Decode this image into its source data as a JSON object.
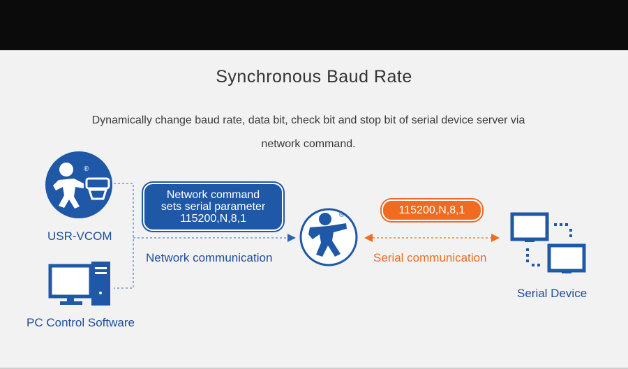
{
  "title": "Synchronous Baud Rate",
  "description": {
    "line1": "Dynamically change baud rate, data bit, check bit and stop bit of serial device server via",
    "line2": "network command."
  },
  "nodes": {
    "vcom_label": "USR-VCOM",
    "pc_label": "PC Control Software",
    "serial_device_label": "Serial Device"
  },
  "network_command": {
    "line1": "Network command",
    "line2": "sets serial parameter",
    "line3": "115200,N,8,1"
  },
  "serial_parameter": "115200,N,8,1",
  "network_communication_label": "Network communication",
  "serial_communication_label": "Serial communication",
  "registered_mark": "®",
  "colors": {
    "brand_blue": "#1f58a7",
    "accent_orange": "#ef6b1f",
    "header_black": "#0b0b0b",
    "background": "#f2f2f2"
  }
}
